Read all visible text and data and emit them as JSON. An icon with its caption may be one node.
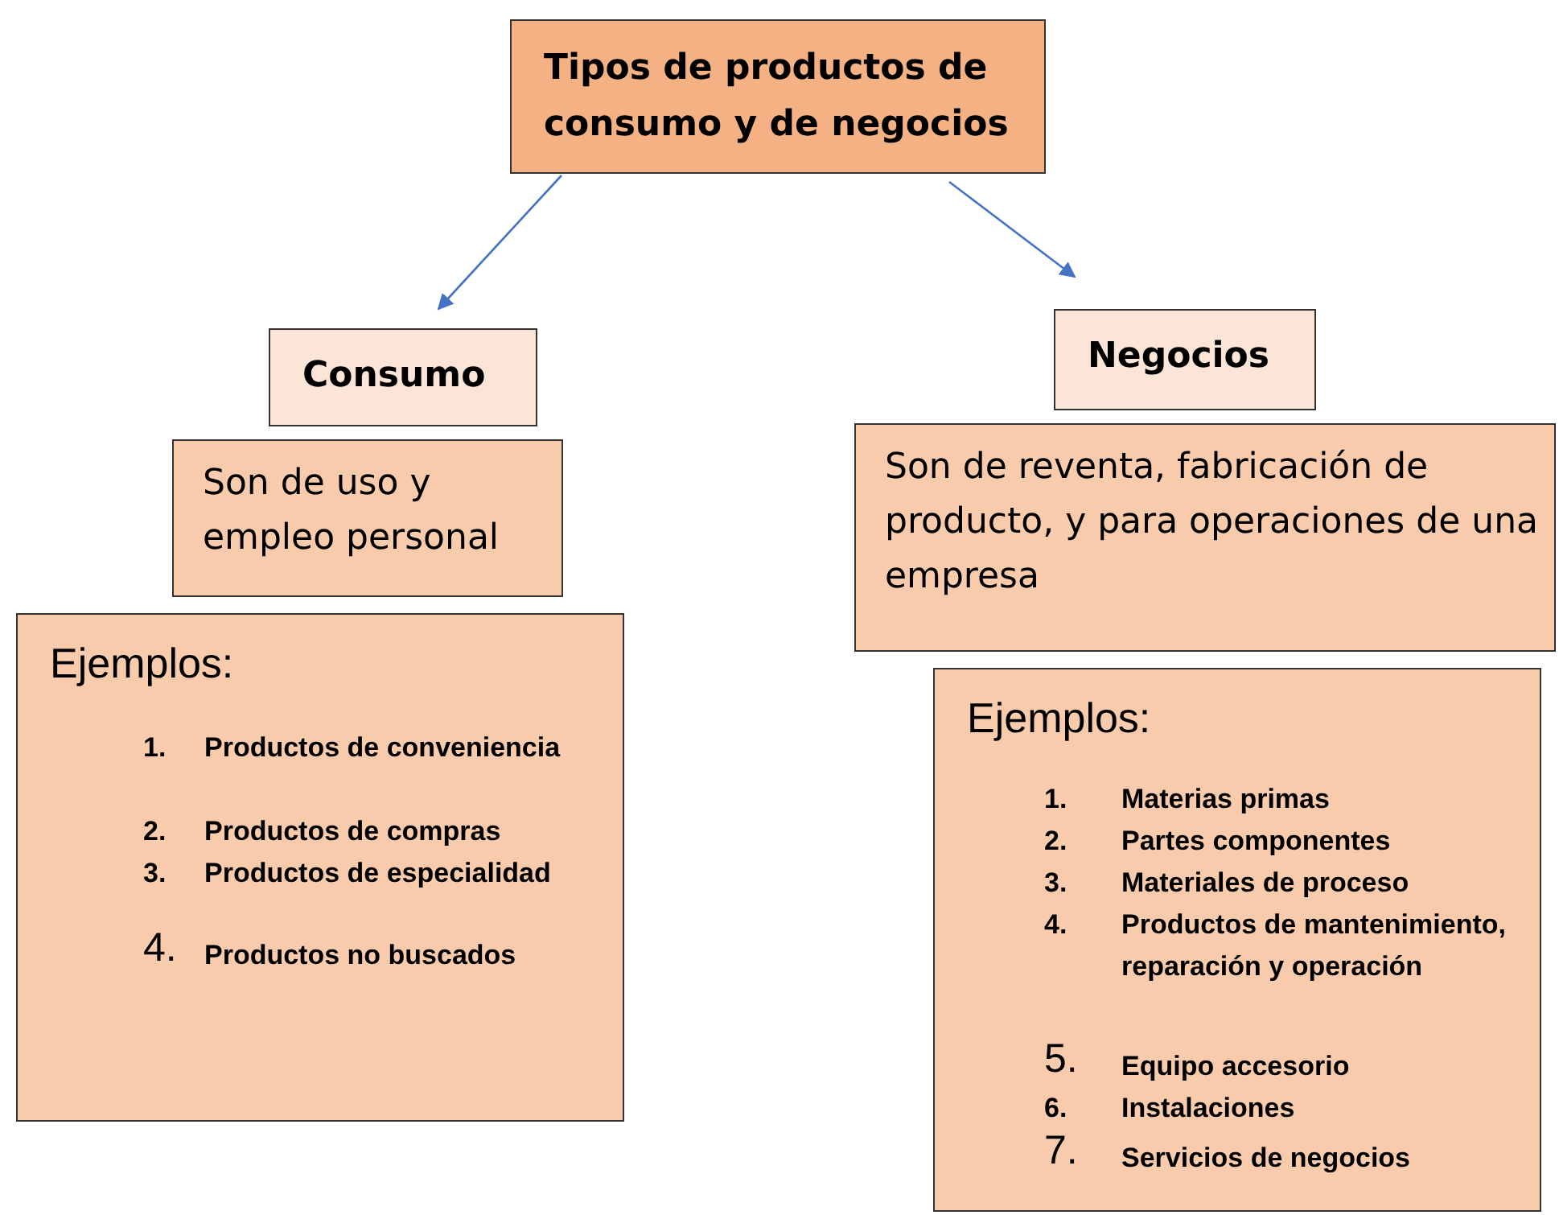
{
  "diagram": {
    "nodes": [
      {
        "text": [
          "Tipos de productos de consumo y de negocios"
        ]
      },
      {
        "text": [
          "Consumo"
        ]
      },
      {
        "text": [
          "Son de uso y empleo personal"
        ]
      },
      {
        "text": [
          "Ejemplos:",
          "1.",
          "Productos de conveniencia",
          "2.",
          "Productos de compras",
          "3.",
          "Productos de especialidad",
          "4.",
          "Productos no buscados"
        ]
      },
      {
        "text": [
          "Negocios"
        ]
      },
      {
        "text": [
          "Son de reventa, fabricación de producto, y para operaciones de una empresa"
        ]
      },
      {
        "text": [
          "Ejemplos:",
          "1.",
          "Materias primas",
          "2.",
          "Partes componentes",
          "3.",
          "Materiales de proceso",
          "4.",
          "Productos de mantenimiento, reparación y operación",
          "5.",
          "Equipo accesorio",
          "6.",
          "Instalaciones",
          "7.",
          "Servicios de negocios"
        ]
      }
    ],
    "edges": [
      {
        "from": 0,
        "to": 1,
        "arrow": "to"
      },
      {
        "from": 0,
        "to": 4,
        "arrow": "to"
      }
    ]
  }
}
